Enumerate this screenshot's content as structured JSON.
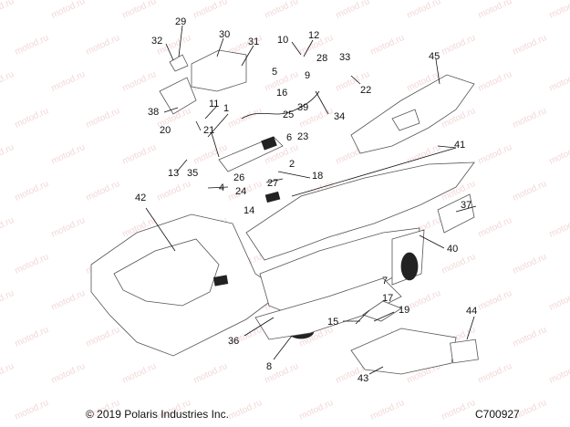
{
  "watermark": "motod.ru",
  "copyright": "© 2019 Polaris Industries Inc.",
  "diagram_code": "C700927",
  "callouts": [
    "29",
    "30",
    "31",
    "32",
    "10",
    "12",
    "28",
    "33",
    "45",
    "5",
    "9",
    "22",
    "16",
    "39",
    "34",
    "38",
    "11",
    "1",
    "25",
    "6",
    "23",
    "20",
    "21",
    "2",
    "41",
    "13",
    "35",
    "26",
    "18",
    "37",
    "24",
    "27",
    "4",
    "42",
    "14",
    "40",
    "7",
    "17",
    "19",
    "15",
    "44",
    "36",
    "8",
    "43"
  ],
  "colors": {
    "line": "#555555",
    "text": "#111111",
    "watermark": "#e9b7b7"
  }
}
